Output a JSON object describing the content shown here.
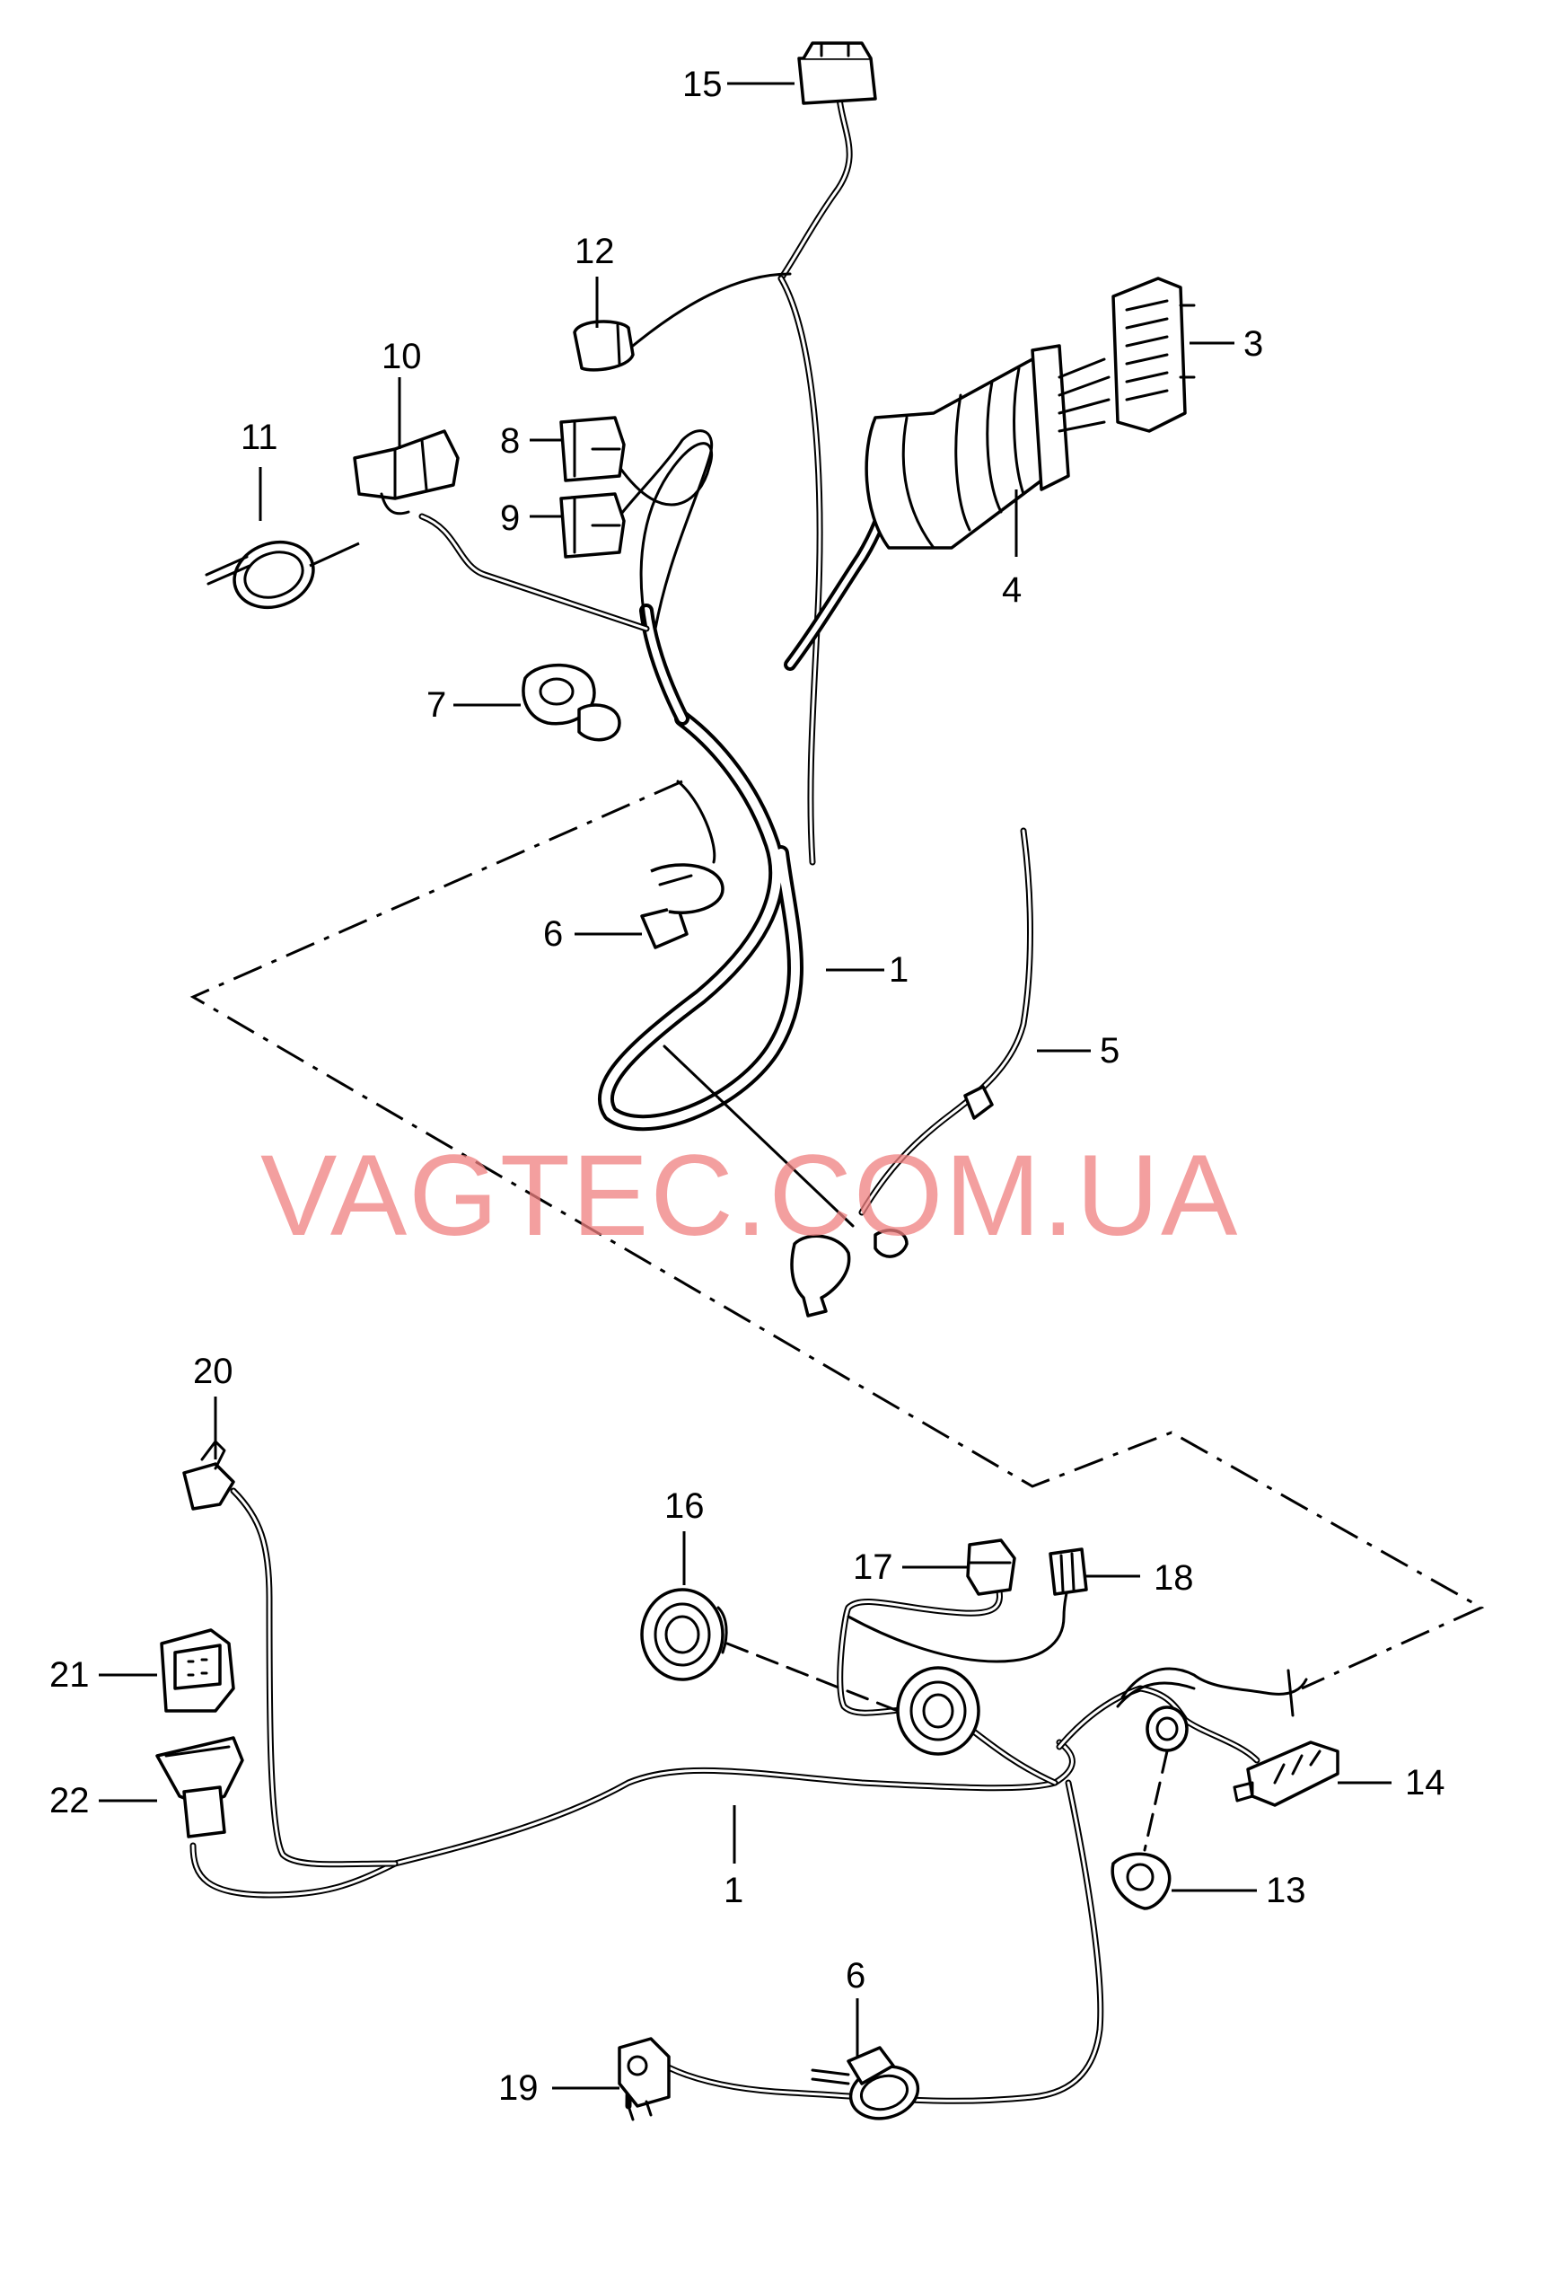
{
  "watermark": "VAGTEC.COM.UA",
  "callouts": {
    "c1a": "1",
    "c1b": "1",
    "c3": "3",
    "c4": "4",
    "c5": "5",
    "c6a": "6",
    "c6b": "6",
    "c7": "7",
    "c8": "8",
    "c9": "9",
    "c10": "10",
    "c11": "11",
    "c12": "12",
    "c13": "13",
    "c14": "14",
    "c15": "15",
    "c16": "16",
    "c17": "17",
    "c18": "18",
    "c19": "19",
    "c20": "20",
    "c21": "21",
    "c22": "22"
  },
  "colors": {
    "line": "#000000",
    "background": "#ffffff",
    "watermark": "#f08080"
  }
}
